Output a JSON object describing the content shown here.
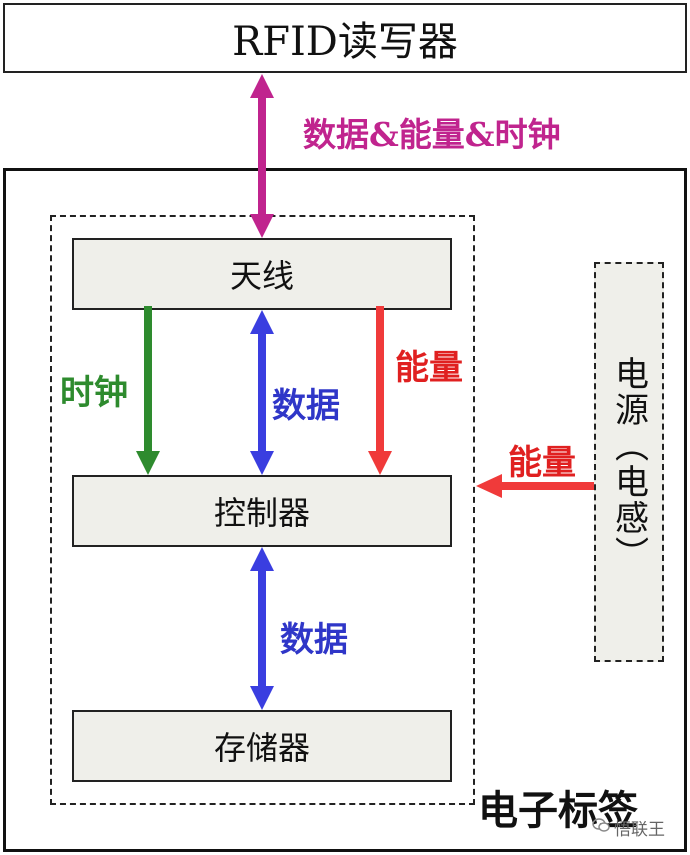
{
  "reader": {
    "title": "RFID读写器"
  },
  "link_label": "数据&能量&时钟",
  "tag_label": "电子标签",
  "blocks": {
    "antenna": "天线",
    "controller": "控制器",
    "memory": "存储器"
  },
  "power": {
    "label": "电源（电感）"
  },
  "arrow_labels": {
    "clock": "时钟",
    "data_antenna_controller": "数据",
    "energy_antenna": "能量",
    "energy_power": "能量",
    "data_controller_memory": "数据"
  },
  "watermark": "悟联王",
  "colors": {
    "magenta": "#c0248e",
    "green": "#2e8b2e",
    "blue": "#3a3ee0",
    "red": "#f03a3a"
  }
}
